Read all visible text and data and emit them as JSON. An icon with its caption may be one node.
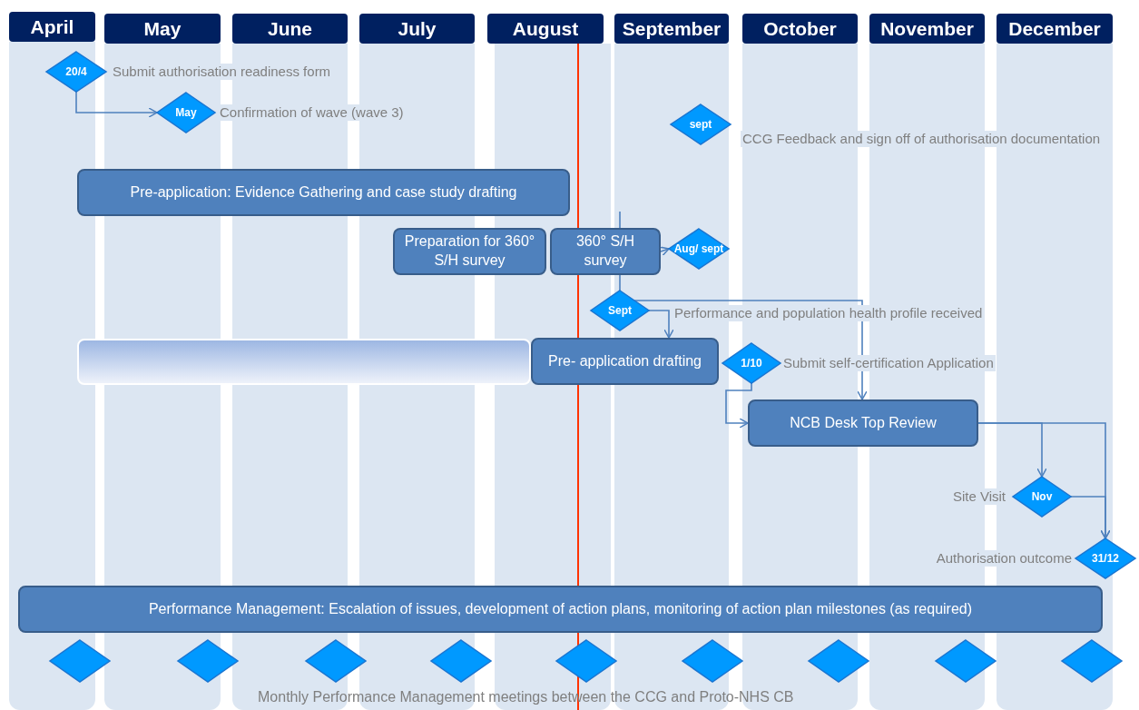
{
  "diagram": {
    "nodes": [
      {
        "text": [
          "April"
        ]
      },
      {
        "text": [
          "May"
        ]
      },
      {
        "text": [
          "June"
        ]
      },
      {
        "text": [
          "July"
        ]
      },
      {
        "text": [
          "August"
        ]
      },
      {
        "text": [
          "September"
        ]
      },
      {
        "text": [
          "October"
        ]
      },
      {
        "text": [
          "November"
        ]
      },
      {
        "text": [
          "December"
        ]
      },
      {
        "text": [
          "20/4"
        ],
        "beside": [
          "Submit authorisation readiness form"
        ]
      },
      {
        "text": [
          "May"
        ],
        "beside": [
          "Confirmation of wave (wave 3)"
        ]
      },
      {
        "text": [
          "sept"
        ],
        "beside": [
          "CCG Feedback and sign off of authorisation documentation"
        ]
      },
      {
        "text": [
          "Pre-application: Evidence Gathering and case study drafting"
        ]
      },
      {
        "text": [
          "Preparation for 360° S/H survey"
        ]
      },
      {
        "text": [
          "360° S/H survey"
        ]
      },
      {
        "text": [
          "Aug/ sept"
        ]
      },
      {
        "text": [
          "Sept"
        ],
        "beside": [
          "Performance and population health profile received"
        ]
      },
      {
        "text": [],
        "shape": "bar"
      },
      {
        "text": [
          "Pre- application drafting"
        ]
      },
      {
        "text": [
          "1/10"
        ],
        "beside": [
          "Submit self-certification Application"
        ]
      },
      {
        "text": [
          "NCB Desk Top Review"
        ]
      },
      {
        "text": [
          "Nov"
        ],
        "beside": [
          "Site Visit"
        ]
      },
      {
        "text": [
          "31/12"
        ],
        "beside": [
          "Authorisation outcome"
        ]
      },
      {
        "text": [
          "Performance Management: Escalation of issues, development of action plans, monitoring of action plan milestones (as required)"
        ]
      },
      {
        "text": [],
        "shape": "diamond"
      },
      {
        "text": [],
        "shape": "diamond"
      },
      {
        "text": [],
        "shape": "diamond"
      },
      {
        "text": [],
        "shape": "diamond"
      },
      {
        "text": [],
        "shape": "diamond"
      },
      {
        "text": [],
        "shape": "diamond"
      },
      {
        "text": [],
        "shape": "diamond"
      },
      {
        "text": [],
        "shape": "diamond"
      },
      {
        "text": [],
        "shape": "diamond"
      }
    ],
    "edges": [
      {
        "from": 9,
        "to": 10,
        "arrow": "to"
      },
      {
        "from": 14,
        "to": 15,
        "arrow": "to"
      },
      {
        "from": null,
        "to": 16,
        "arrow": "none"
      },
      {
        "from": 16,
        "to": 18,
        "arrow": "to"
      },
      {
        "from": 16,
        "to": 20,
        "arrow": "to"
      },
      {
        "from": 19,
        "to": 20,
        "arrow": "to"
      },
      {
        "from": 20,
        "to": 21,
        "arrow": "to"
      },
      {
        "from": 20,
        "to": 22,
        "arrow": "to"
      },
      {
        "from": 21,
        "to": 22,
        "arrow": "to"
      }
    ],
    "labels": [
      "Monthly Performance Management meetings between the CCG and Proto-NHS CB"
    ]
  }
}
